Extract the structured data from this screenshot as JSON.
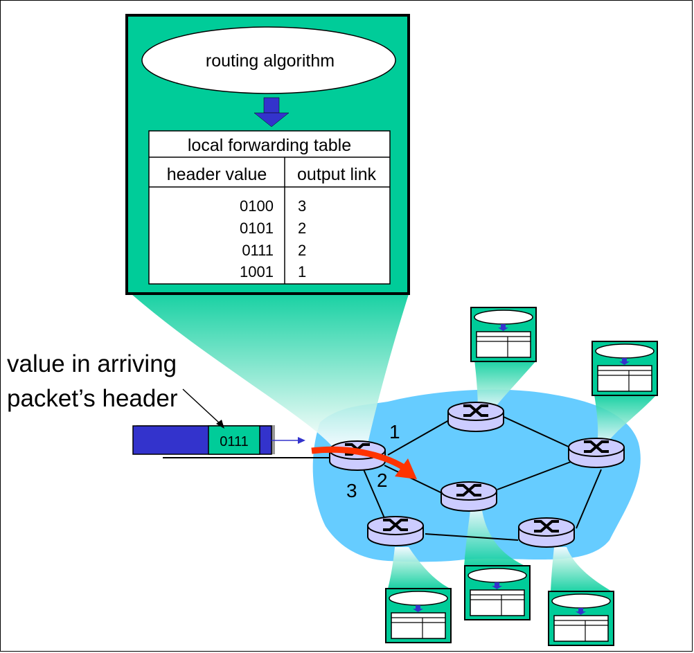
{
  "main_router_box": {
    "algorithm_label": "routing algorithm",
    "table_title": "local forwarding table",
    "columns": [
      "header value",
      "output link"
    ],
    "rows": [
      {
        "header_value": "0100",
        "output_link": "3"
      },
      {
        "header_value": "0101",
        "output_link": "2"
      },
      {
        "header_value": "0111",
        "output_link": "2"
      },
      {
        "header_value": "1001",
        "output_link": "1"
      }
    ]
  },
  "annotation": {
    "line1": "value in arriving",
    "line2": "packet’s header"
  },
  "packet": {
    "header_value": "0111"
  },
  "link_labels": [
    "1",
    "2",
    "3"
  ],
  "colors": {
    "box_green": "#00CC99",
    "cloud_blue": "#66CCFF",
    "router_fill": "#CCCCFF",
    "packet_blue": "#3333CC",
    "arrow_red": "#FF3300"
  }
}
